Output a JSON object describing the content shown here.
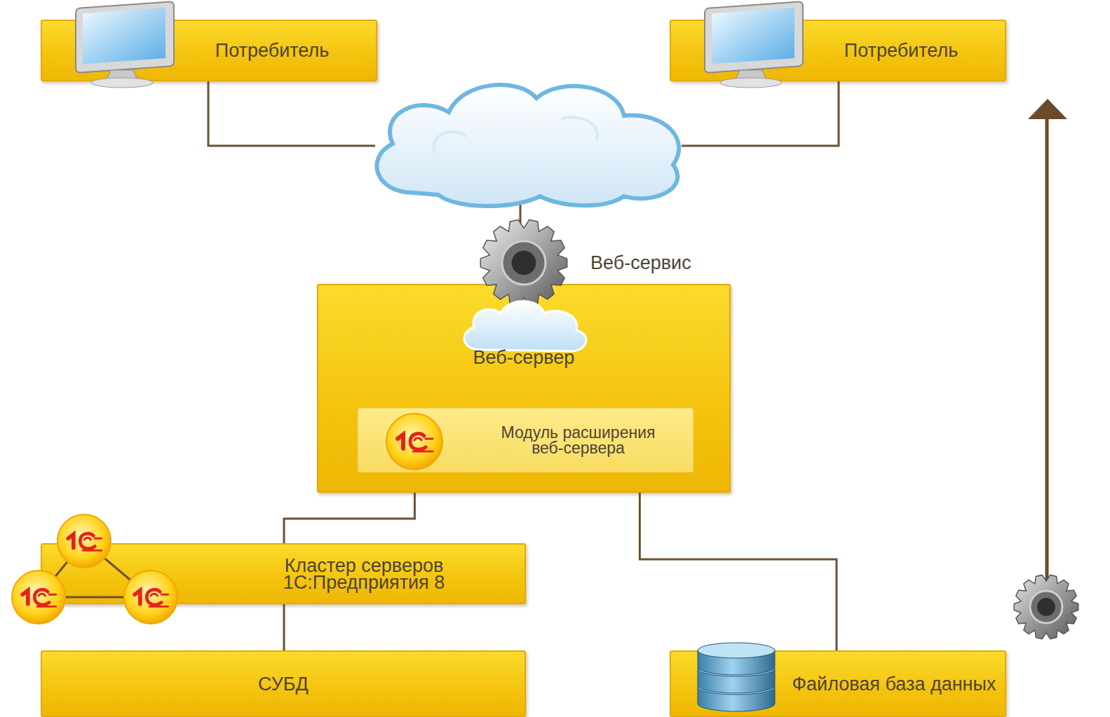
{
  "diagram": {
    "nodes": [
      {
        "text": [
          "Потребитель"
        ]
      },
      {
        "text": [
          "Потребитель"
        ]
      },
      {
        "text": [
          "Веб-сервер"
        ]
      },
      {
        "text": [
          "Модуль расширения веб-сервера"
        ],
        "in": 2
      },
      {
        "text": [
          "Кластер серверов 1С:Предприятия 8"
        ]
      },
      {
        "text": [
          "СУБД"
        ]
      },
      {
        "text": [
          "Файловая база данных"
        ]
      }
    ],
    "edges": [
      {
        "from": 3,
        "to": 4,
        "arrow": "none"
      },
      {
        "from": 3,
        "to": 6,
        "arrow": "none"
      },
      {
        "from": 4,
        "to": 5,
        "arrow": "none"
      }
    ],
    "labels": [
      "Веб-сервис"
    ]
  }
}
